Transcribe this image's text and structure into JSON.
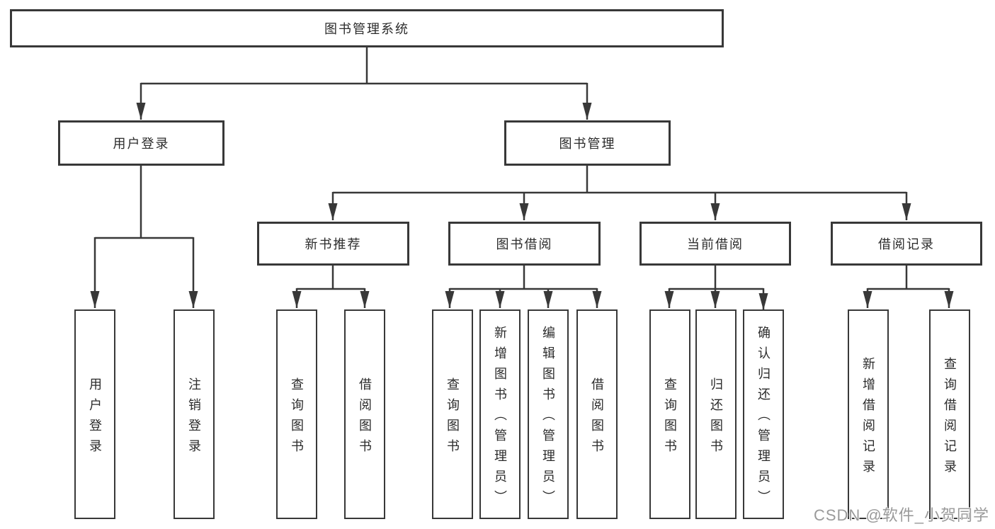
{
  "colors": {
    "line": "#383838",
    "text": "#2b2b2b",
    "background": "#ffffff",
    "watermark": "#9a9a9a"
  },
  "tree": {
    "root": "图书管理系统",
    "branches": [
      {
        "label": "用户登录",
        "children": [
          "用户登录",
          "注销登录"
        ]
      },
      {
        "label": "图书管理",
        "children": [
          {
            "label": "新书推荐",
            "children": [
              "查询图书",
              "借阅图书"
            ]
          },
          {
            "label": "图书借阅",
            "children": [
              "查询图书",
              "新增图书（管理员）",
              "编辑图书（管理员）",
              "借阅图书"
            ]
          },
          {
            "label": "当前借阅",
            "children": [
              "查询图书",
              "归还图书",
              "确认归还（管理员）"
            ]
          },
          {
            "label": "借阅记录",
            "children": [
              "新增借阅记录",
              "查询借阅记录"
            ]
          }
        ]
      }
    ]
  },
  "watermark": "CSDN @软件_小贺同学"
}
